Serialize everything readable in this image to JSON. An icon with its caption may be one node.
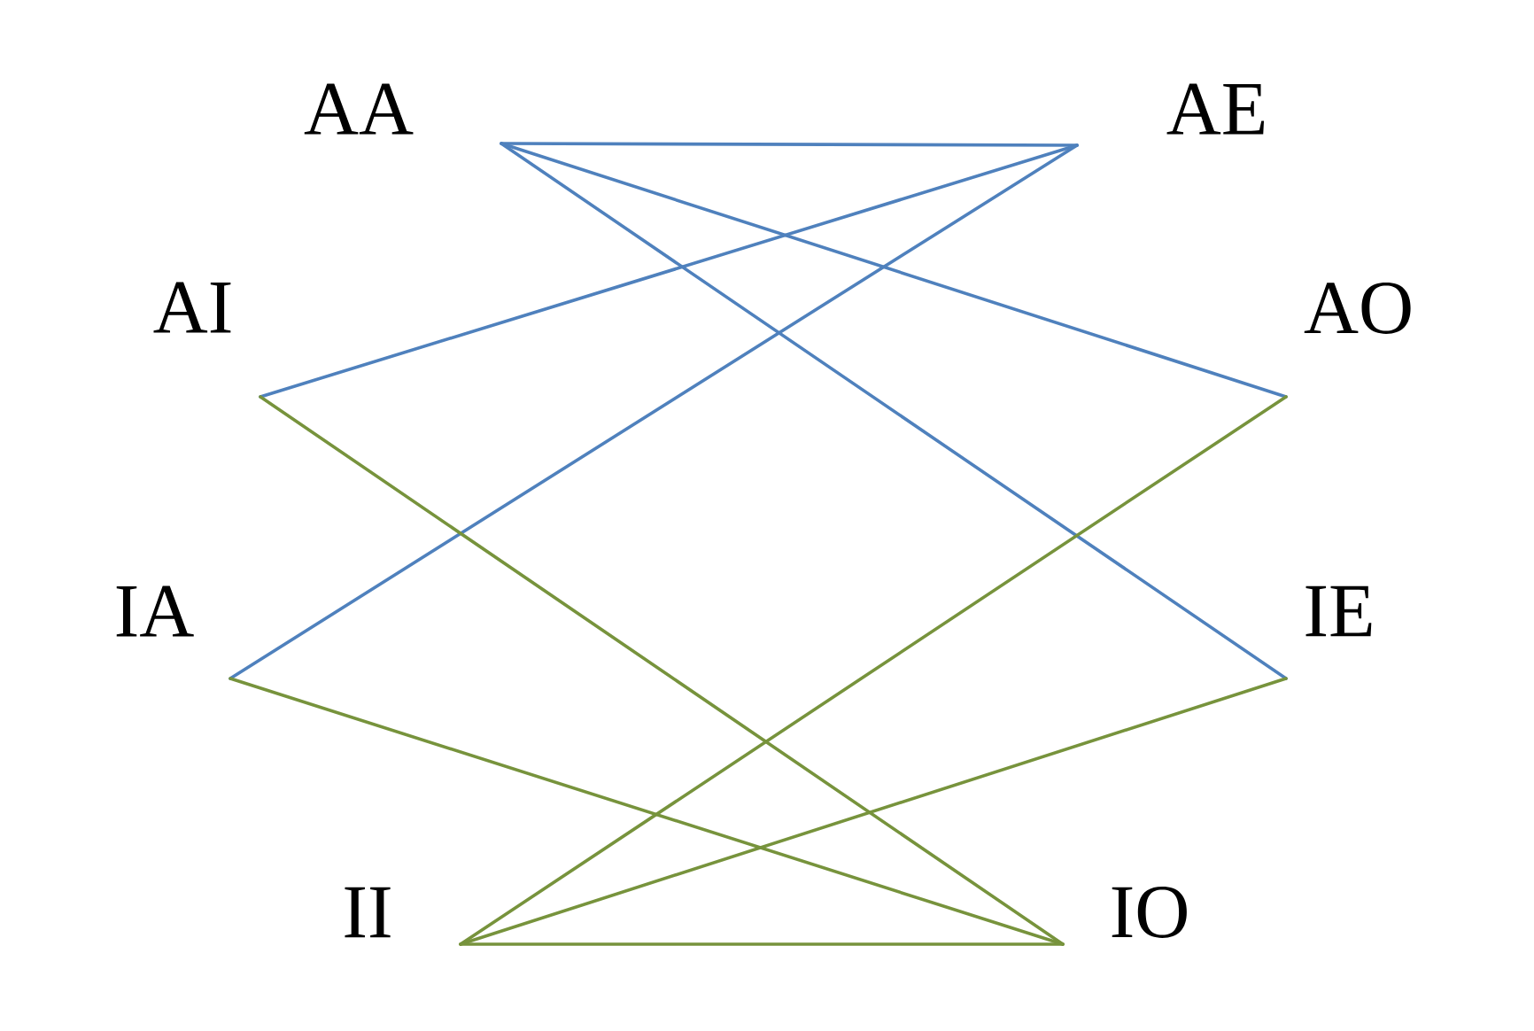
{
  "diagram": {
    "nodes": [
      {
        "text": [
          "AA"
        ]
      },
      {
        "text": [
          "AE"
        ]
      },
      {
        "text": [
          "AI"
        ]
      },
      {
        "text": [
          "AO"
        ]
      },
      {
        "text": [
          "IA"
        ]
      },
      {
        "text": [
          "IE"
        ]
      },
      {
        "text": [
          "II"
        ]
      },
      {
        "text": [
          "IO"
        ]
      }
    ],
    "edges": [
      {
        "from": 0,
        "to": 1,
        "arrow": "none",
        "color": "#4f81bd"
      },
      {
        "from": 0,
        "to": 3,
        "arrow": "none",
        "color": "#4f81bd"
      },
      {
        "from": 0,
        "to": 5,
        "arrow": "none",
        "color": "#4f81bd"
      },
      {
        "from": 1,
        "to": 2,
        "arrow": "none",
        "color": "#4f81bd"
      },
      {
        "from": 1,
        "to": 4,
        "arrow": "none",
        "color": "#4f81bd"
      },
      {
        "from": 2,
        "to": 7,
        "arrow": "none",
        "color": "#77933c"
      },
      {
        "from": 4,
        "to": 7,
        "arrow": "none",
        "color": "#77933c"
      },
      {
        "from": 6,
        "to": 3,
        "arrow": "none",
        "color": "#77933c"
      },
      {
        "from": 6,
        "to": 5,
        "arrow": "none",
        "color": "#77933c"
      },
      {
        "from": 6,
        "to": 7,
        "arrow": "none",
        "color": "#77933c"
      }
    ]
  }
}
